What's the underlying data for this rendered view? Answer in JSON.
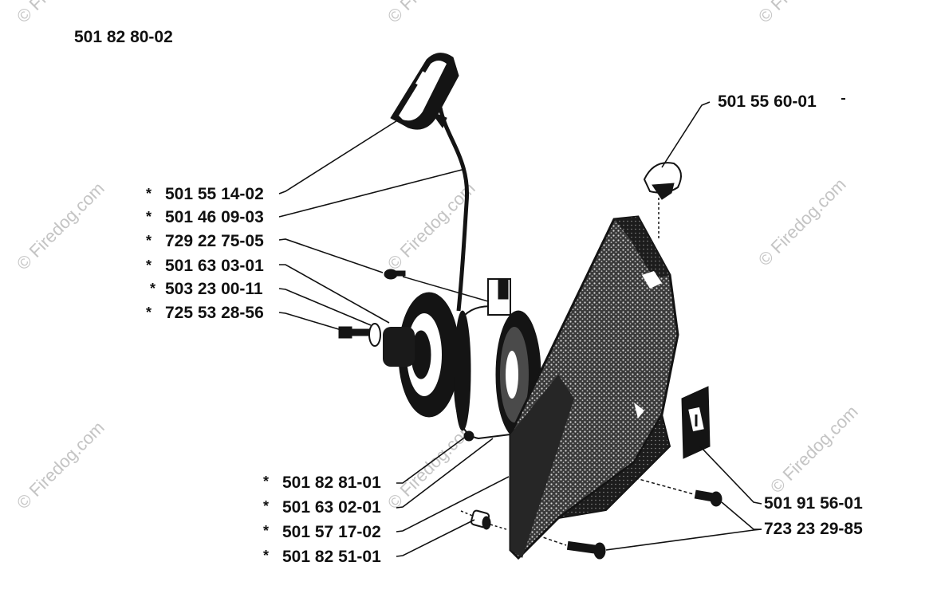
{
  "assembly_number": "501 82 80-02",
  "watermark": "© Firedog.com",
  "parts_left": [
    {
      "marker": "*",
      "part_number": "501 55 14-02"
    },
    {
      "marker": "*",
      "part_number": "501 46 09-03"
    },
    {
      "marker": "*",
      "part_number": "729 22 75-05"
    },
    {
      "marker": "*",
      "part_number": "501 63 03-01"
    },
    {
      "marker": "*",
      "part_number": "503 23 00-11"
    },
    {
      "marker": "*",
      "part_number": "725 53 28-56"
    }
  ],
  "parts_bottom_left": [
    {
      "marker": "*",
      "part_number": "501 82 81-01"
    },
    {
      "marker": "*",
      "part_number": "501 63 02-01"
    },
    {
      "marker": "*",
      "part_number": "501 57 17-02"
    },
    {
      "marker": "*",
      "part_number": "501 82 51-01"
    }
  ],
  "parts_right": [
    {
      "part_number": "501 55 60-01"
    },
    {
      "part_number": "501 91 56-01"
    },
    {
      "part_number": "723 23 29-85"
    }
  ]
}
